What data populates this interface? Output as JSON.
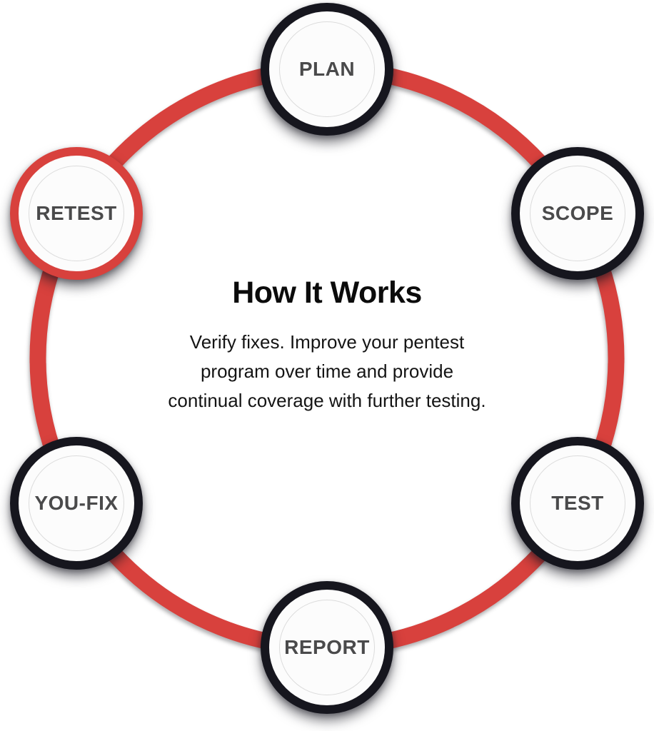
{
  "diagram": {
    "title": "How It Works",
    "description_lines": [
      "Verify fixes. Improve your pentest",
      "program over time and provide",
      "continual coverage with further testing."
    ],
    "nodes": [
      {
        "label": "PLAN",
        "position": "top",
        "highlighted": false
      },
      {
        "label": "SCOPE",
        "position": "upper-right",
        "highlighted": false
      },
      {
        "label": "TEST",
        "position": "lower-right",
        "highlighted": false
      },
      {
        "label": "REPORT",
        "position": "bottom",
        "highlighted": false
      },
      {
        "label": "YOU-FIX",
        "position": "lower-left",
        "highlighted": false
      },
      {
        "label": "RETEST",
        "position": "upper-left",
        "highlighted": true
      }
    ],
    "colors": {
      "ring": "#d8413d",
      "node_border": "#16161e",
      "highlight_border": "#d8413d",
      "label": "#4a4a4b"
    }
  }
}
